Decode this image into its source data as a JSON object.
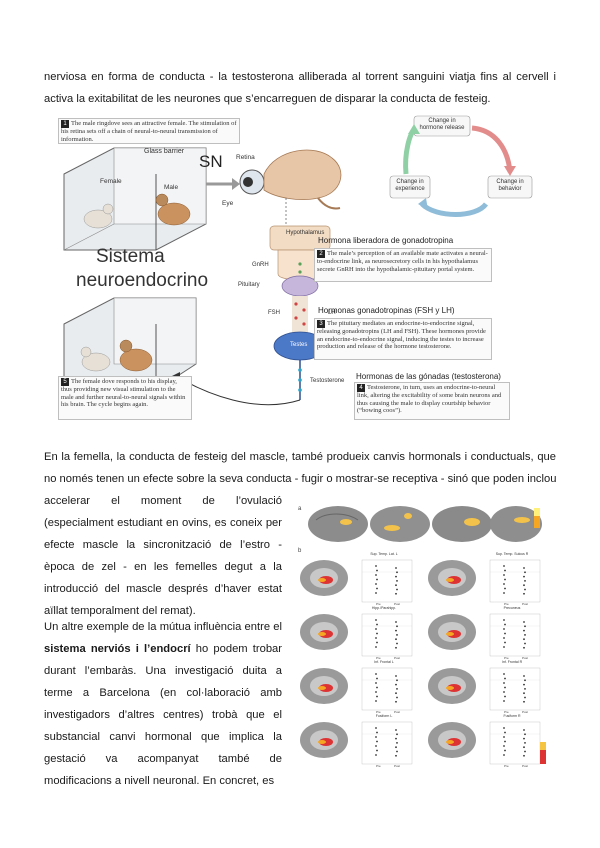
{
  "text": {
    "intro_line1": "nerviosa en forma de conducta - la testosterona alliberada al torrent sanguini viatja fins al cervell i",
    "intro_line2": "activa la exitabilitat de les neurones que s’encarreguen de disparar la conducta de festeig.",
    "p2_line1": "En la femella, la conducta de festeig del mascle, també produeix canvis hormonals i conductuals, que",
    "p2_line2": "no només tenen un efecte sobre la seva conducta - fugir o mostrar-se receptiva - sinó que poden incloure",
    "p2_rest": "accelerar el moment de l’ovulació (especialment estudiant en ovins, es coneix per efecte mascle la sincronització de l’estro - època de zel - en les femelles degut a la introducció del mascle després d’haver estat aïllat temporalment del remat).",
    "p3_a": "Un altre exemple de la mútua influència entre el ",
    "p3_bold": "sistema nerviós i l’endocrí",
    "p3_b": " ho podem trobar durant l’embaràs. Una investigació duita a terme a Barcelona (en col·laboració amb investigadors d’altres centres) trobà que el substancial canvi hormonal que implica la gestació va acompanyat també de modificacions a nivell neuronal. En concret, es"
  },
  "figure1": {
    "step1": "The male ringdove sees an attractive female. The stimulation of his retina sets off a chain of neural-to-neural transmission of information.",
    "glass_barrier": "Glass barrier",
    "sn": "SN",
    "retina": "Retina",
    "eye": "Eye",
    "female": "Female",
    "male": "Male",
    "sistema": "Sistema",
    "neuroendocrino": "neuroendocrino",
    "hypothalamus": "Hypothalamus",
    "gnrh": "GnRH",
    "pituitary": "Pituitary",
    "fsh": "FSH",
    "lh": "LH",
    "testes": "Testes",
    "testosterone": "Testosterone",
    "cycle_top": "Change in hormone release",
    "cycle_left": "Change in experience",
    "cycle_right": "Change in behavior",
    "heading2": "Hormona liberadora de gonadotropina",
    "step2": "The male’s perception of an available mate activates a neural-to-endocrine link, as neurosecretory cells in his hypothalamus secrete GnRH into the hypothalamic-pituitary portal system.",
    "heading3": "Hormonas gonadotropinas (FSH y LH)",
    "step3": "The pituitary mediates an endocrine-to-endocrine signal, releasing gonadotropins (LH and FSH). These hormones provide an endocrine-to-endocrine signal, inducing the testes to increase production and release of the hormone testosterone.",
    "heading4": "Hormonas de las gónadas (testosterona)",
    "step4": "Testosterone, in turn, uses an endocrine-to-neural link, altering the excitability of some brain neurons and thus causing the male to display courtship behavior (“bowing coos”).",
    "step5": "The female dove responds to his display, thus providing new visual stimulation to the male and further neural-to-neural signals within his brain. The cycle begins again."
  },
  "figure2": {
    "panel_a": "a",
    "panel_b": "b",
    "plot_titles": [
      "Sup. Temp. Lat. L",
      "Sup. Temp. Sulcus R",
      "Hipp./Parahipp.",
      "Precuneus",
      "Inf. Frontal L",
      "Inf. Frontal R",
      "Fusiform L",
      "Fusiform R"
    ],
    "xticks": [
      "Pre",
      "Post"
    ]
  }
}
